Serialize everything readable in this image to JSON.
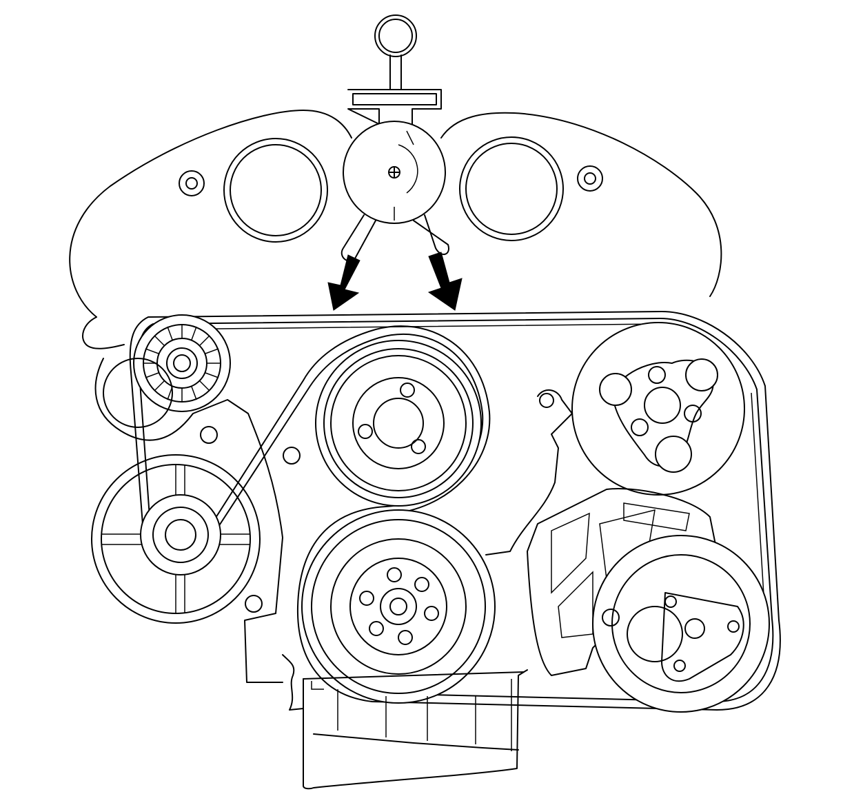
{
  "diagram": {
    "description_text": "",
    "components": {
      "tensioner_tool": "belt-tension-gauge",
      "tensioner_pulley": "tensioner-pulley",
      "idler_pulley": "idler-pulley",
      "generator_pulley": "generator-pulley",
      "water_pump_pulley": "water-pump-pulley",
      "crankshaft_pulley": "crankshaft-balancer",
      "power_steering_pulley": "power-steering-pump-pulley",
      "ac_compressor_pulley": "ac-compressor-pulley",
      "drive_belt": "serpentine-drive-belt"
    },
    "colors": {
      "stroke": "#000000",
      "background": "#ffffff",
      "arrow": "#000000"
    }
  }
}
